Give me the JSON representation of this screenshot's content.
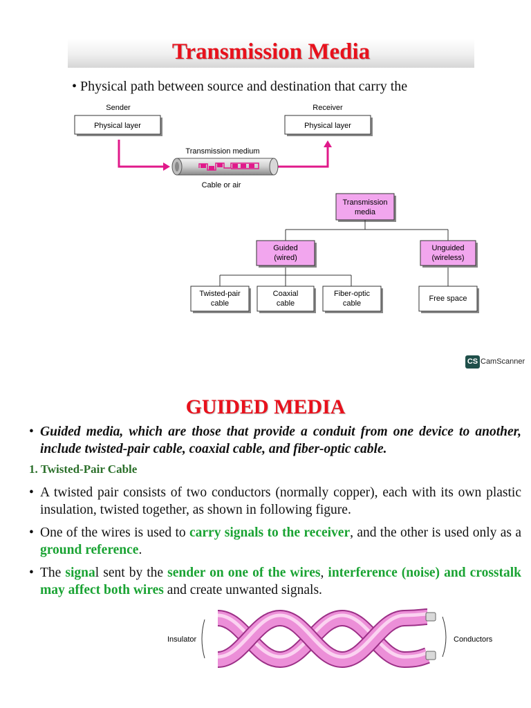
{
  "slide1": {
    "title": "Transmission Media",
    "bullet": "• Physical path between source and destination that carry the",
    "comm": {
      "sender_label": "Sender",
      "receiver_label": "Receiver",
      "sender_box": "Physical layer",
      "receiver_box": "Physical layer",
      "medium_label": "Transmission medium",
      "cable_label": "Cable or air"
    },
    "tree": {
      "root_line1": "Transmission",
      "root_line2": "media",
      "guided_line1": "Guided",
      "guided_line2": "(wired)",
      "unguided_line1": "Unguided",
      "unguided_line2": "(wireless)",
      "twisted_line1": "Twisted-pair",
      "twisted_line2": "cable",
      "coaxial_line1": "Coaxial",
      "coaxial_line2": "cable",
      "fiber_line1": "Fiber-optic",
      "fiber_line2": "cable",
      "free_space": "Free space"
    }
  },
  "watermark": {
    "badge": "CS",
    "label": "CamScanner"
  },
  "slide2": {
    "title": "GUIDED MEDIA",
    "bullet1_dot": "•",
    "bullet1": "Guided media, which are those that provide a conduit from one device to another, include twisted-pair cable, coaxial cable, and fiber-optic cable.",
    "subheading": "1.  Twisted-Pair Cable",
    "bullet2_dot": "•",
    "bullet2": "A twisted pair consists of two conductors (normally copper), each with its own plastic insulation, twisted together, as shown in following figure.",
    "bullet3_dot": "•",
    "bullet3_a": "One of the wires is used to ",
    "bullet3_b": "carry signals to the receiver",
    "bullet3_c": ", and the other is used only as a ",
    "bullet3_d": "ground reference",
    "bullet3_e": ".",
    "bullet4_dot": "•",
    "bullet4_a": "The ",
    "bullet4_b": "signa",
    "bullet4_c": "l sent by the ",
    "bullet4_d": "sender on one of the wires",
    "bullet4_e": ", ",
    "bullet4_f": "interference (noise) and crosstalk may affect both wires",
    "bullet4_g": " and create unwanted signals.",
    "figure": {
      "insulator_label": "Insulator",
      "conductors_label": "Conductors"
    }
  },
  "colors": {
    "title_red": "#e8111c",
    "highlight_green": "#1aa333",
    "box_pink": "#f2a6ee",
    "arrow_magenta": "#e0198a"
  }
}
